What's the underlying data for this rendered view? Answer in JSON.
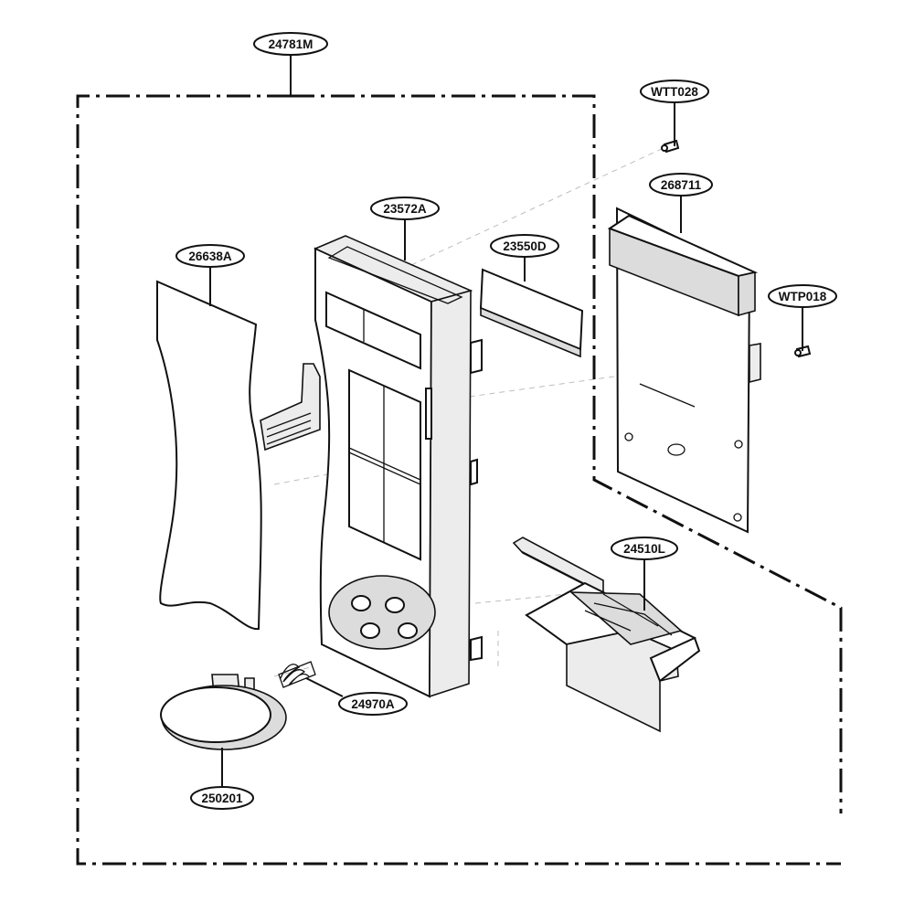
{
  "diagram": {
    "parts": [
      {
        "id": "assembly",
        "label": "24781M"
      },
      {
        "id": "screw-top",
        "label": "WTT028"
      },
      {
        "id": "pcb",
        "label": "268711"
      },
      {
        "id": "screw-side",
        "label": "WTP018"
      },
      {
        "id": "panel",
        "label": "23572A"
      },
      {
        "id": "window",
        "label": "23550D"
      },
      {
        "id": "membrane",
        "label": "26638A"
      },
      {
        "id": "latch",
        "label": "24510L"
      },
      {
        "id": "spring",
        "label": "24970A"
      },
      {
        "id": "button",
        "label": "250201"
      }
    ]
  }
}
